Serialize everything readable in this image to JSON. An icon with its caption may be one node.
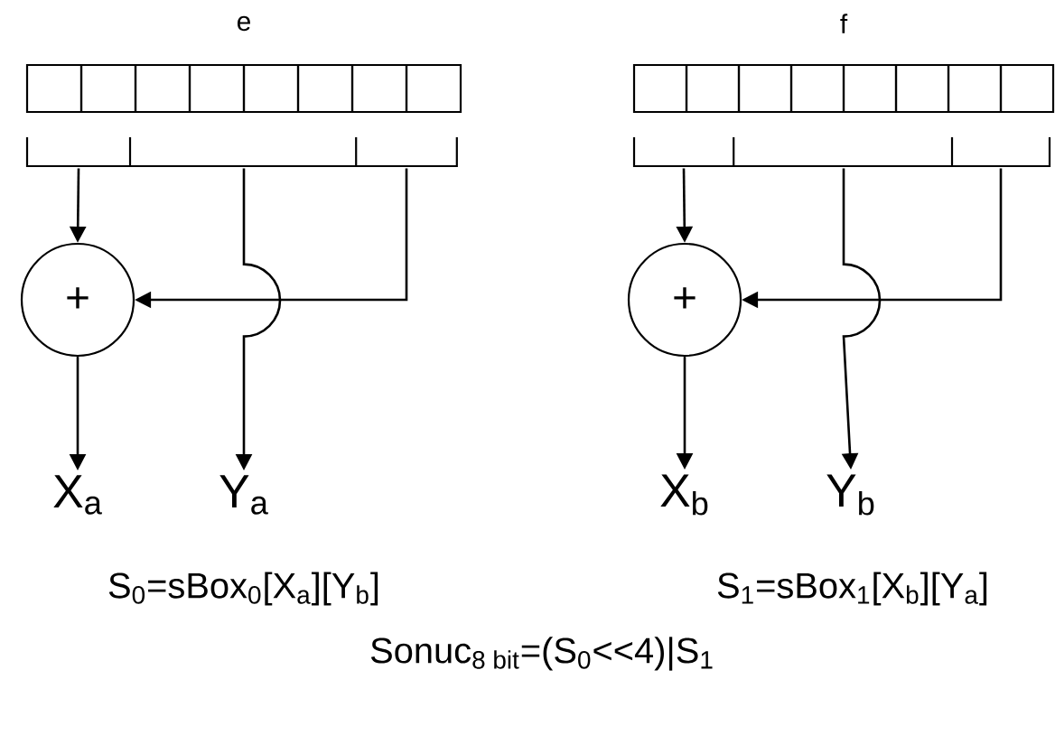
{
  "diagram": {
    "nodes": [
      {
        "text": [
          "e"
        ]
      },
      {
        "text": [
          "+"
        ]
      },
      {
        "text": [
          "X$_{a}$"
        ]
      },
      {
        "text": [
          "Y$_{a}$"
        ]
      },
      {
        "text": [
          "f"
        ]
      },
      {
        "text": [
          "+"
        ]
      },
      {
        "text": [
          "X$_{b}$"
        ]
      },
      {
        "text": [
          "Y$_{b}$"
        ]
      }
    ],
    "edges": [
      {
        "from": 0,
        "to": 1,
        "arrow": "to"
      },
      {
        "from": 0,
        "to": 3,
        "arrow": "to"
      },
      {
        "from": 0,
        "to": 1,
        "arrow": "to"
      },
      {
        "from": 1,
        "to": 2,
        "arrow": "to"
      },
      {
        "from": 4,
        "to": 5,
        "arrow": "to"
      },
      {
        "from": 4,
        "to": 7,
        "arrow": "to"
      },
      {
        "from": 4,
        "to": 5,
        "arrow": "to"
      },
      {
        "from": 5,
        "to": 6,
        "arrow": "to"
      }
    ],
    "labels": [
      "S$_{0}$=sBox$_{0}$[X$_{a}$][Y$_{b}$]",
      "S$_{1}$=sBox$_{1}$[X$_{b}$][Y$_{a}$]",
      "Sonuc$_{8 bit}$=(S$_{0}$<<4)|S$_{1}$"
    ]
  }
}
